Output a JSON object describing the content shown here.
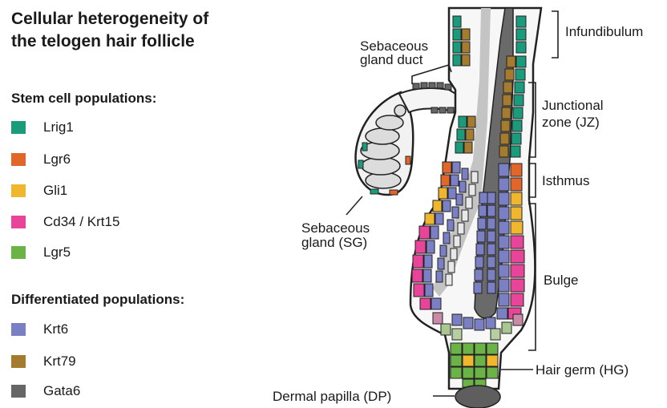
{
  "title_line1": "Cellular heterogeneity of",
  "title_line2": "the telogen hair follicle",
  "stem_heading": "Stem cell populations:",
  "stem": [
    {
      "label": "Lrig1",
      "color": "#1a9c7c"
    },
    {
      "label": "Lgr6",
      "color": "#e0662a"
    },
    {
      "label": "Gli1",
      "color": "#f0b72e"
    },
    {
      "label": "Cd34 / Krt15",
      "color": "#e8449a"
    },
    {
      "label": "Lgr5",
      "color": "#6cb347"
    }
  ],
  "diff_heading": "Differentiated populations:",
  "diff": [
    {
      "label": "Krt6",
      "color": "#7b7fc4"
    },
    {
      "label": "Krt79",
      "color": "#a57b2f"
    },
    {
      "label": "Gata6",
      "color": "#666666"
    }
  ],
  "labels": {
    "infundibulum": "Infundibulum",
    "sg_duct_1": "Sebaceous",
    "sg_duct_2": "gland duct",
    "jz_1": "Junctional",
    "jz_2": "zone (JZ)",
    "isthmus": "Isthmus",
    "sg_1": "Sebaceous",
    "sg_2": "gland (SG)",
    "bulge": "Bulge",
    "hair_germ": "Hair germ (HG)",
    "dermal_papilla": "Dermal papilla (DP)"
  }
}
